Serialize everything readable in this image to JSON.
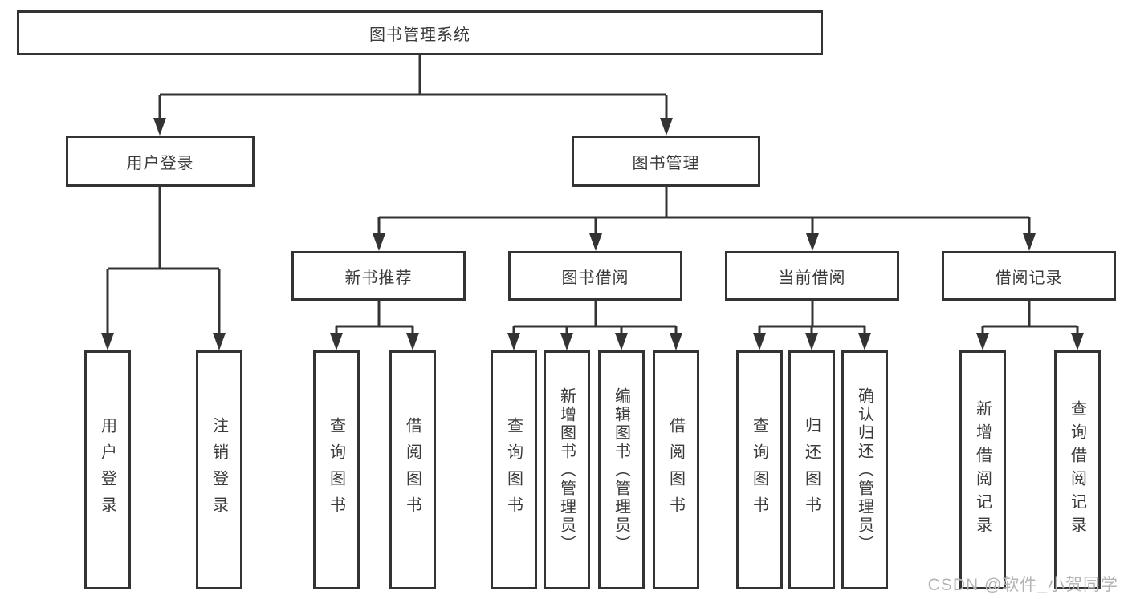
{
  "diagram": {
    "root": {
      "label": "图书管理系统"
    },
    "user_login": {
      "label": "用户登录",
      "children": [
        {
          "label": "用户登录"
        },
        {
          "label": "注销登录"
        }
      ]
    },
    "book_mgmt": {
      "label": "图书管理",
      "children": [
        {
          "label": "新书推荐",
          "children": [
            {
              "label": "查询图书"
            },
            {
              "label": "借阅图书"
            }
          ]
        },
        {
          "label": "图书借阅",
          "children": [
            {
              "label": "查询图书"
            },
            {
              "label": "新增图书（管理员）"
            },
            {
              "label": "编辑图书（管理员）"
            },
            {
              "label": "借阅图书"
            }
          ]
        },
        {
          "label": "当前借阅",
          "children": [
            {
              "label": "查询图书"
            },
            {
              "label": "归还图书"
            },
            {
              "label": "确认归还（管理员）"
            }
          ]
        },
        {
          "label": "借阅记录",
          "children": [
            {
              "label": "新增借阅记录"
            },
            {
              "label": "查询借阅记录"
            }
          ]
        }
      ]
    },
    "watermark": "CSDN @软件_小贺同学",
    "colors": {
      "line": "#333333",
      "box_border": "#333333",
      "text": "#3b3b3b",
      "watermark": "#b4b4b4",
      "background": "#ffffff"
    }
  }
}
